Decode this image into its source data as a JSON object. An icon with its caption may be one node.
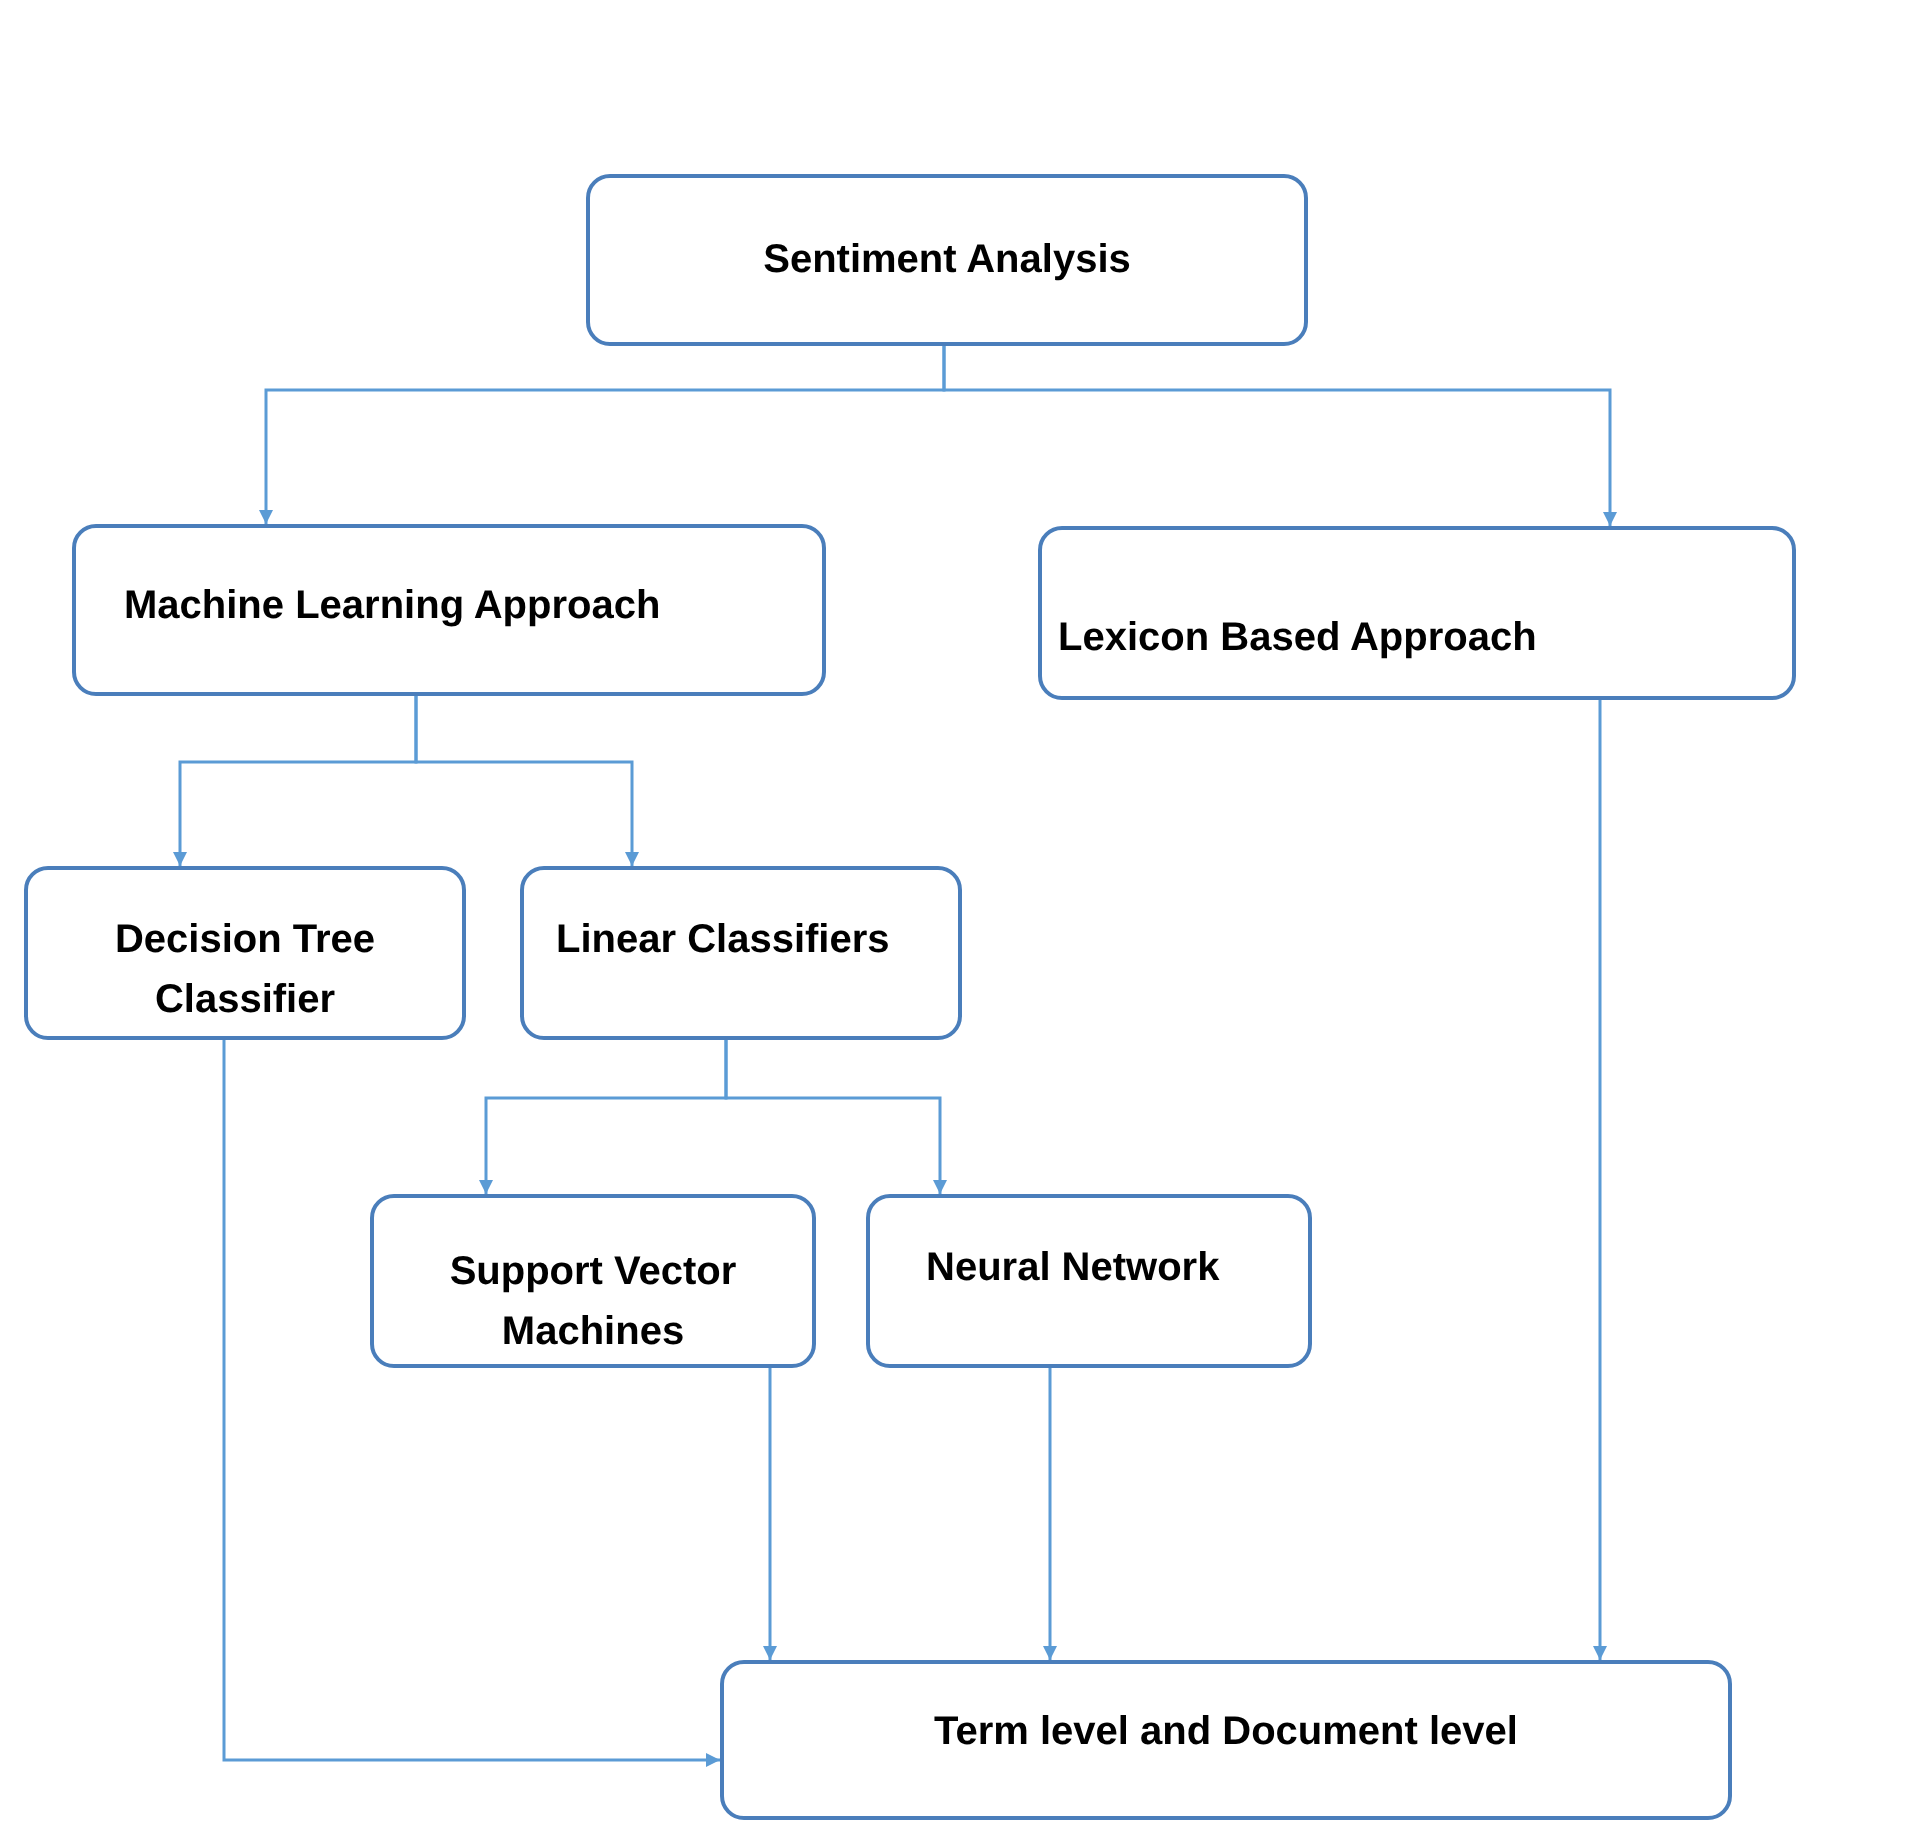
{
  "diagram": {
    "nodes": [
      {
        "text": [
          "Sentiment Analysis"
        ]
      },
      {
        "text": [
          "Machine Learning Approach"
        ]
      },
      {
        "text": [
          "Lexicon Based Approach"
        ]
      },
      {
        "text": [
          "Decision Tree Classifier"
        ]
      },
      {
        "text": [
          "Linear Classifiers"
        ]
      },
      {
        "text": [
          "Support Vector Machines"
        ]
      },
      {
        "text": [
          "Neural Network"
        ]
      },
      {
        "text": [
          "Term level and Document level"
        ]
      }
    ],
    "edges": [
      {
        "from": 0,
        "to": 1,
        "arrow": "to"
      },
      {
        "from": 0,
        "to": 2,
        "arrow": "to"
      },
      {
        "from": 1,
        "to": 3,
        "arrow": "to"
      },
      {
        "from": 1,
        "to": 4,
        "arrow": "to"
      },
      {
        "from": 4,
        "to": 5,
        "arrow": "to"
      },
      {
        "from": 4,
        "to": 6,
        "arrow": "to"
      },
      {
        "from": 3,
        "to": 7,
        "arrow": "to"
      },
      {
        "from": 5,
        "to": 7,
        "arrow": "to"
      },
      {
        "from": 6,
        "to": 7,
        "arrow": "to"
      },
      {
        "from": 2,
        "to": 7,
        "arrow": "to"
      }
    ]
  }
}
